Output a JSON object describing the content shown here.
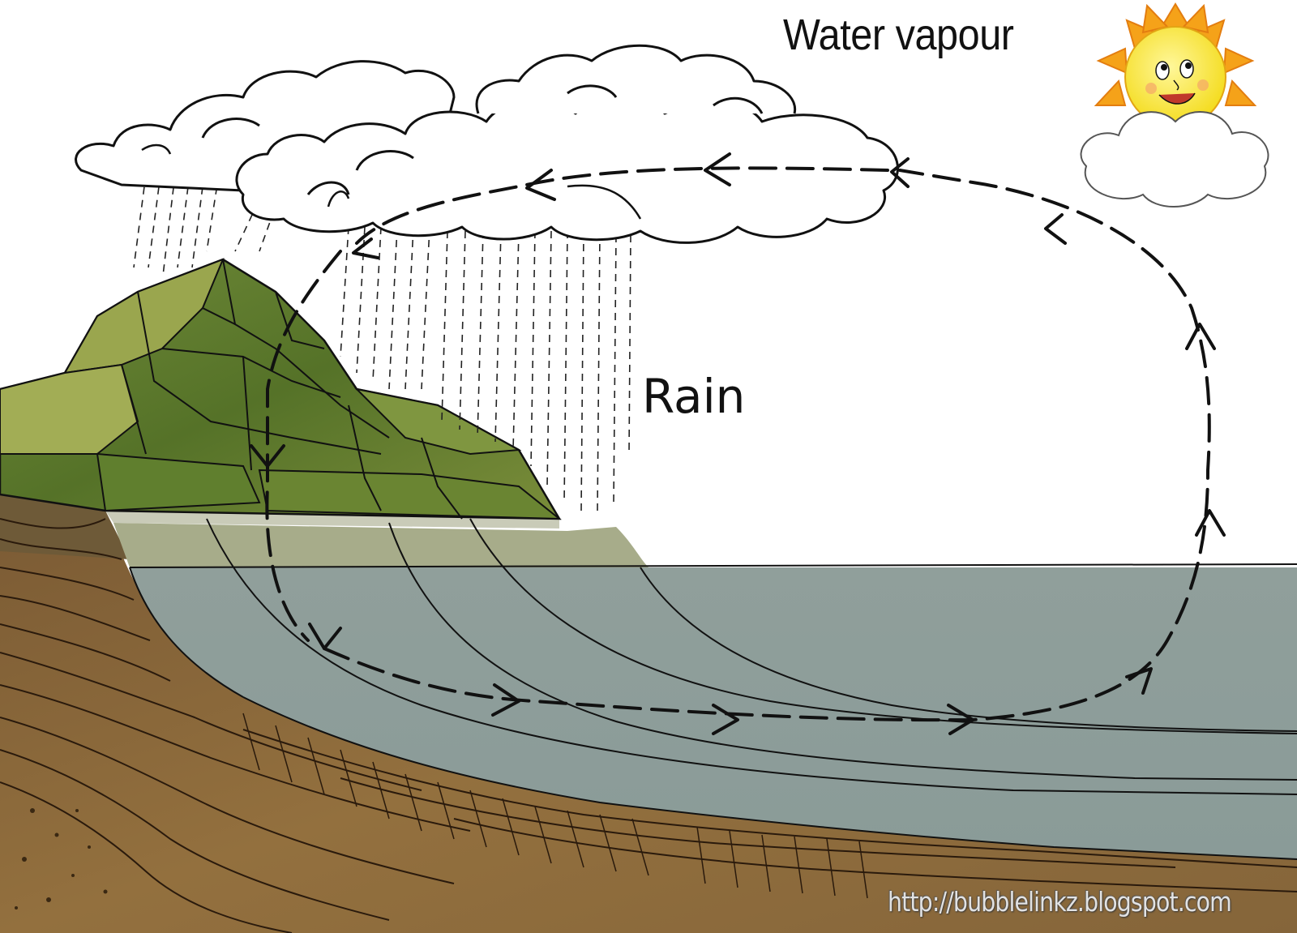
{
  "labels": {
    "water_vapour": "Water vapour",
    "rain": "Rain",
    "watermark": "http://bubblelinkz.blogspot.com"
  },
  "icons": {
    "sun": "smiling-sun-icon",
    "cloud": "cloud-icon",
    "mountain": "mountain-icon",
    "sea": "sea-water",
    "arrows": "dashed-flow-arrow"
  },
  "colors": {
    "sea": "#8fa09e",
    "mountain_dark": "#5a7a2e",
    "mountain_light": "#95a24a",
    "soil": "#8a6a3c",
    "sun_yellow": "#f6e32c",
    "sun_rays": "#f5a219",
    "outline": "#111111"
  }
}
